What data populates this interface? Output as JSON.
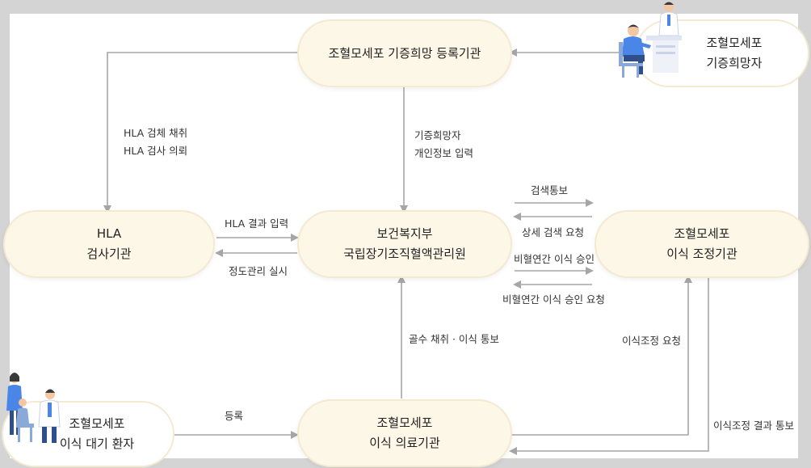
{
  "nodes": {
    "registry": {
      "line1": "조혈모세포 기증희망 등록기관"
    },
    "donor": {
      "line1": "조혈모세포",
      "line2": "기증희망자"
    },
    "hla_lab": {
      "line1": "HLA",
      "line2": "검사기관"
    },
    "ministry": {
      "line1": "보건복지부",
      "line2": "국립장기조직혈액관리원"
    },
    "coordinator": {
      "line1": "조혈모세포",
      "line2": "이식 조정기관"
    },
    "patient": {
      "line1": "조혈모세포",
      "line2": "이식 대기 환자"
    },
    "hospital": {
      "line1": "조혈모세포",
      "line2": "이식 의료기관"
    }
  },
  "edges": {
    "hla_request": {
      "line1": "HLA 검체 채취",
      "line2": "HLA 검사 의뢰"
    },
    "donor_info": {
      "line1": "기증희망자",
      "line2": "개인정보 입력"
    },
    "hla_result": "HLA 결과 입력",
    "quality": "정도관리 실시",
    "search_notice": "검색통보",
    "detail_request": "상세 검색 요청",
    "unrelated_approval": "비혈연간 이식 승인",
    "unrelated_request": "비혈연간 이식 승인 요청",
    "harvest_notice": "골수 채취 · 이식 통보",
    "coordination_request": "이식조정 요청",
    "register": "등록",
    "coordination_result": "이식조정 결과 통보"
  },
  "colors": {
    "arrow": "#a6a6a6",
    "node_fill": "#fdf7e8",
    "node_border": "#f4ead2",
    "figure_blue": "#4a86e8",
    "figure_navy": "#2f4e8a"
  },
  "icons": {
    "donor": "doctor-consultation-illustration",
    "patient": "family-with-doctor-illustration"
  }
}
